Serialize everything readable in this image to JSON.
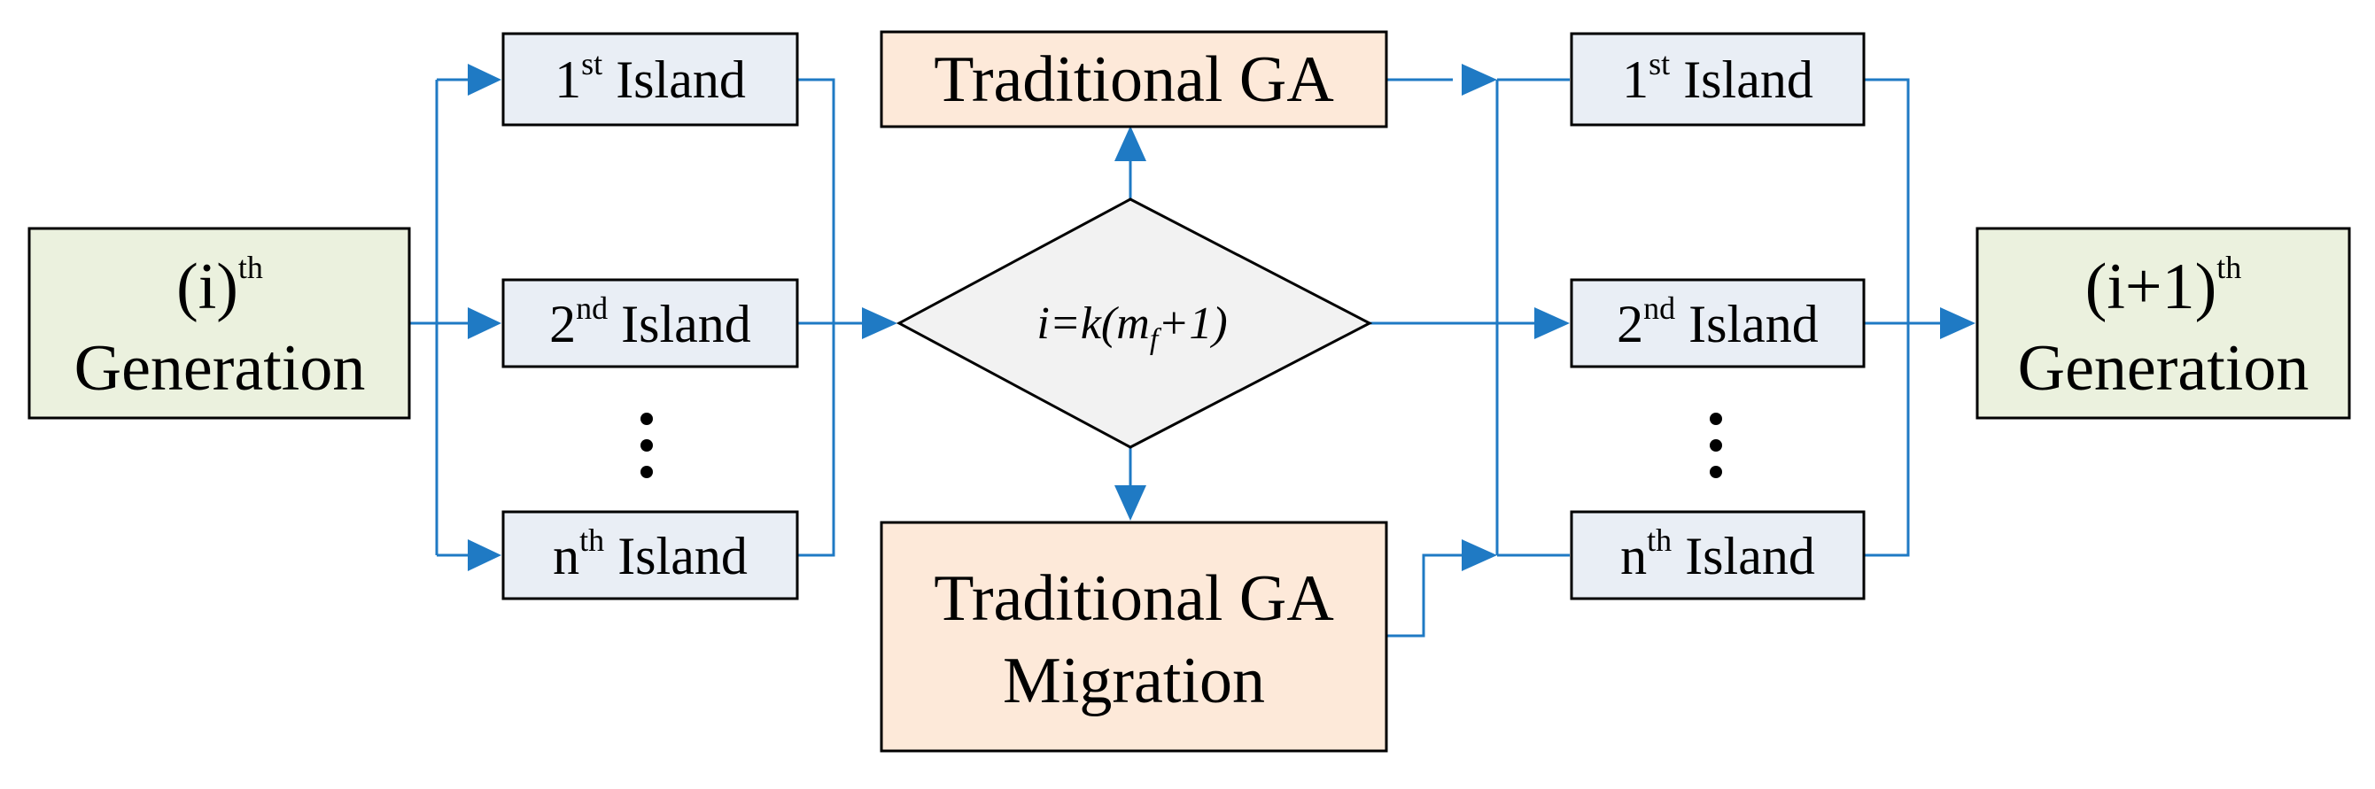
{
  "generation_in": {
    "base_label": "(i)",
    "sup": "th",
    "line2": "Generation"
  },
  "islands_left": [
    {
      "num": "1",
      "sup": "st",
      "word": "Island"
    },
    {
      "num": "2",
      "sup": "nd",
      "word": "Island"
    },
    {
      "num": "n",
      "sup": "th",
      "word": "Island"
    }
  ],
  "islands_right": [
    {
      "num": "1",
      "sup": "st",
      "word": "Island"
    },
    {
      "num": "2",
      "sup": "nd",
      "word": "Island"
    },
    {
      "num": "n",
      "sup": "th",
      "word": "Island"
    }
  ],
  "decision": {
    "pre": "i=k(m",
    "sub": "f",
    "post": "+1)"
  },
  "ga_top": {
    "label": "Traditional GA"
  },
  "ga_bottom": {
    "line1": "Traditional GA",
    "line2": "Migration"
  },
  "generation_out": {
    "base_label": "(i+1)",
    "sup": "th",
    "line2": "Generation"
  },
  "colors": {
    "connector": "#1f7ac4",
    "green": "#ebf1de",
    "blue": "#e9eef5",
    "peach": "#fde9d9",
    "diamond": "#f2f2f2"
  }
}
